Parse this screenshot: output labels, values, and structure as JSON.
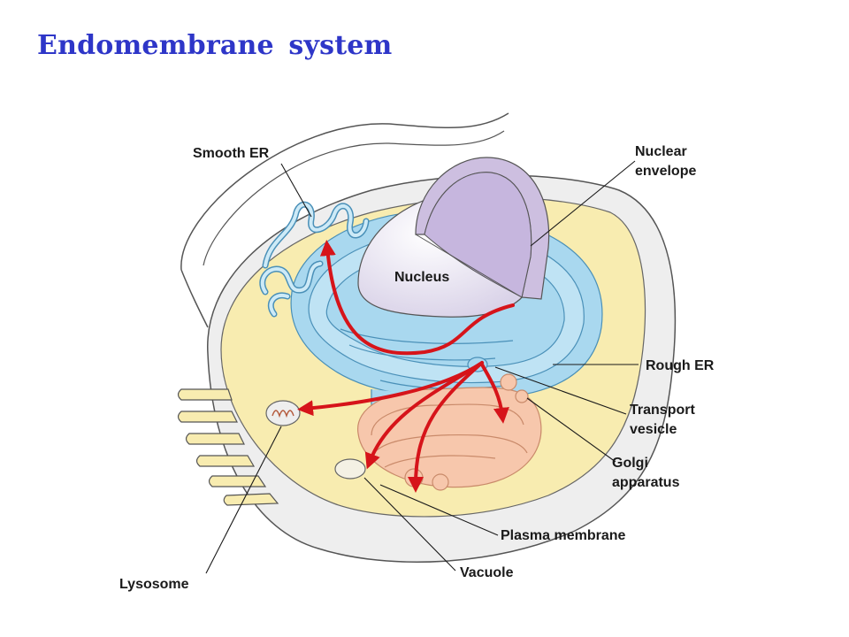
{
  "title": "Endomembrane system",
  "labels": {
    "smooth_er": "Smooth ER",
    "nuclear_envelope_1": "Nuclear",
    "nuclear_envelope_2": "envelope",
    "nucleus": "Nucleus",
    "rough_er": "Rough ER",
    "transport_vesicle_1": "Transport",
    "transport_vesicle_2": "vesicle",
    "golgi_1": "Golgi",
    "golgi_2": "apparatus",
    "plasma_membrane": "Plasma membrane",
    "vacuole": "Vacuole",
    "lysosome": "Lysosome"
  },
  "colors": {
    "title": "#2e36c8",
    "arrows": "#d6141a",
    "cytoplasm": "#f8ecb0",
    "er": "#a9d8ef",
    "nucleus": "#cdbfe0",
    "golgi": "#f7c7ac",
    "cell_wall": "#eeeeee"
  }
}
